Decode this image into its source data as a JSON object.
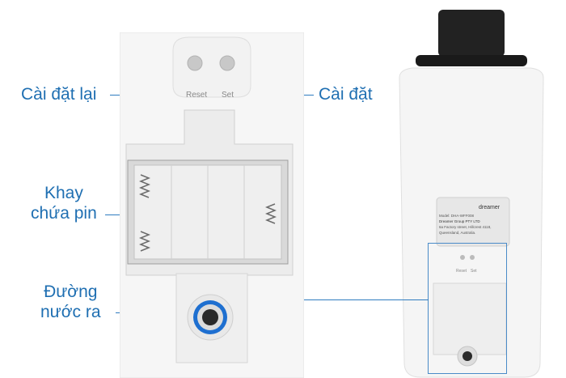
{
  "callouts": {
    "reset": "Cài đặt lại",
    "set": "Cài đặt",
    "battery_tray": [
      "Khay",
      "chứa pin"
    ],
    "water_outlet": [
      "Đường",
      "nước ra"
    ]
  },
  "device_labels": {
    "reset": "Reset",
    "set": "Set",
    "small_reset": "Reset",
    "small_set": "Set",
    "brand": "dreamer"
  },
  "product_label": {
    "lines": [
      "Model: DHA-WFF008",
      "Dreamer Group PTY LTD",
      "6a Factory street, Hillcrest 4118,",
      "Queensland, Australia."
    ]
  },
  "colors": {
    "accent": "#1f6fb2",
    "outlet_ring": "#1e6fd0",
    "device_body": "#f4f4f4",
    "cap": "#1a1a1a"
  }
}
